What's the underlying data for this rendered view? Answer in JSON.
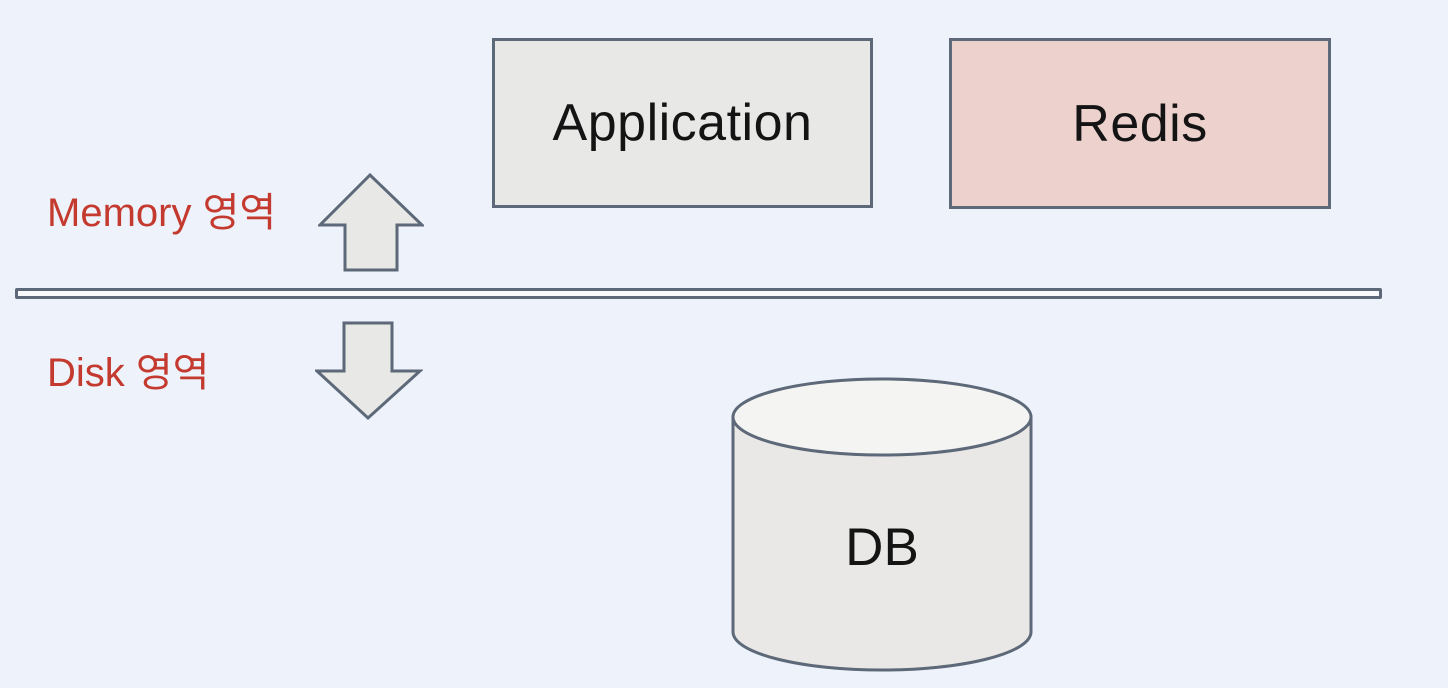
{
  "diagram": {
    "memory_label": "Memory 영역",
    "disk_label": "Disk 영역",
    "nodes": {
      "application": {
        "label": "Application"
      },
      "redis": {
        "label": "Redis"
      },
      "db": {
        "label": "DB"
      }
    },
    "icons": {
      "up_arrow": "arrow-up-icon",
      "down_arrow": "arrow-down-icon",
      "db_cylinder": "database-cylinder-icon"
    },
    "colors": {
      "background": "#edf2fb",
      "box_fill": "#e8e8e7",
      "redis_fill": "#ecd1cd",
      "border": "#5d6878",
      "label_red": "#c43a2e",
      "text_black": "#141414",
      "db_fill": "#e9e8e6",
      "db_top_fill": "#f4f4f2",
      "divider_fill": "#f7f9fb"
    }
  }
}
